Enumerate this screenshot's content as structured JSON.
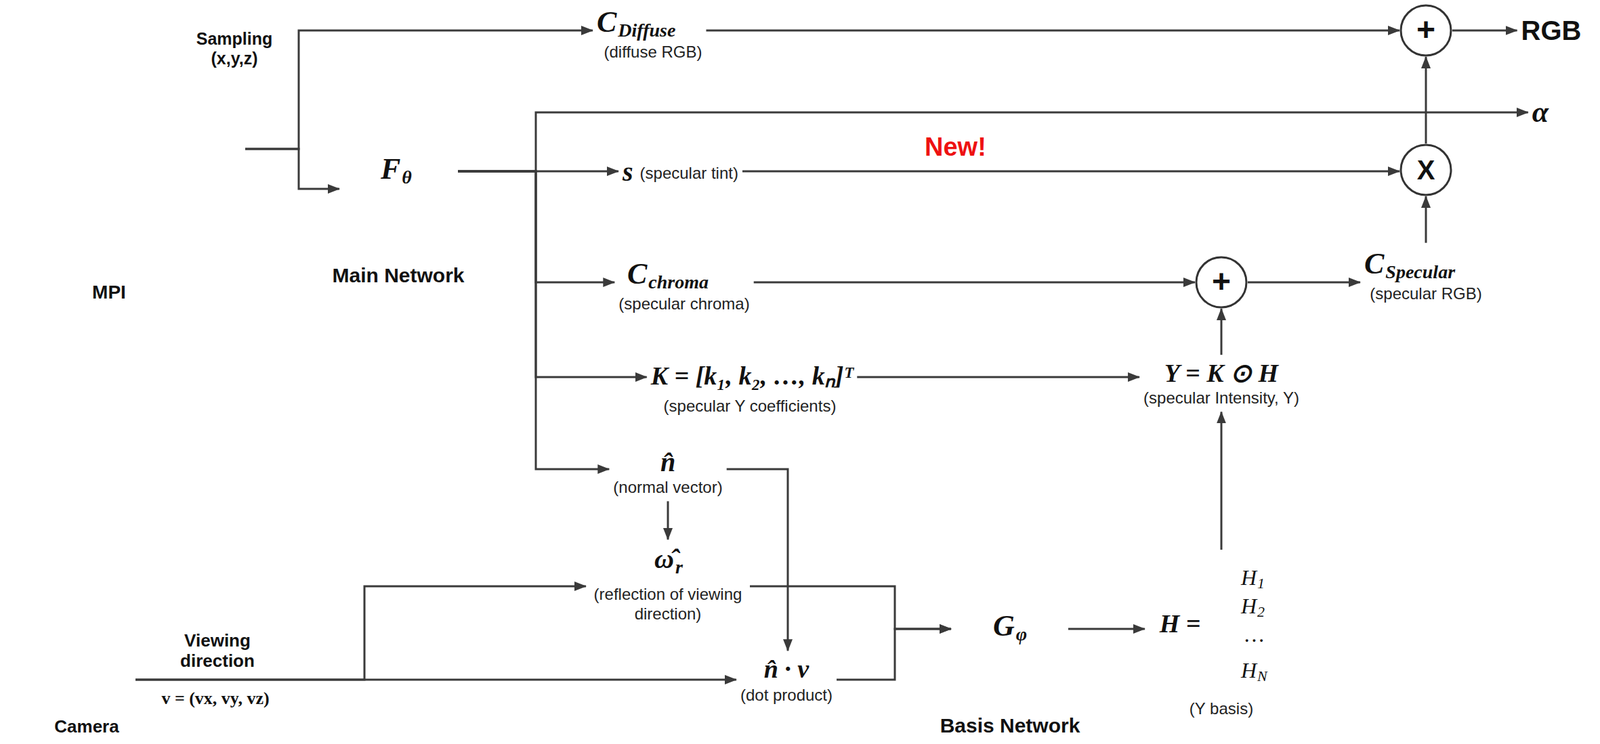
{
  "diagram": {
    "nodes": [
      {
        "text": [
          "MPI"
        ]
      },
      {
        "text": [
          "F",
          "θ",
          "Main Network"
        ]
      },
      {
        "text": [
          "C",
          "Diffuse",
          "(diffuse RGB)"
        ]
      },
      {
        "text": [
          "+"
        ]
      },
      {
        "text": [
          "RGB"
        ]
      },
      {
        "text": [
          "α"
        ]
      },
      {
        "text": [
          "New!"
        ]
      },
      {
        "text": [
          "s",
          "(specular tint)"
        ],
        "in": 6
      },
      {
        "text": [
          "C",
          "chroma",
          "(specular chroma)"
        ],
        "in": 6
      },
      {
        "text": [
          "K = [k₁, k₂, …, kₙ]ᵀ",
          "(specular Y coefficients)"
        ],
        "in": 6
      },
      {
        "text": [
          "n̂",
          "(normal vector)"
        ],
        "in": 6
      },
      {
        "text": [
          "ω̂",
          "r",
          "(reflection of viewing direction)"
        ],
        "in": 6
      },
      {
        "text": [
          "n̂ · v",
          "(dot product)"
        ],
        "in": 6
      },
      {
        "text": [
          "X"
        ]
      },
      {
        "text": [
          "+"
        ]
      },
      {
        "text": [
          "C",
          "Specular",
          "(specular RGB)"
        ]
      },
      {
        "text": [
          "Y = K ⊙ H",
          "(specular Intensity, Y)"
        ]
      },
      {
        "text": [
          "G",
          "φ",
          "Basis Network"
        ]
      },
      {
        "text": [
          "H =",
          "H",
          "1",
          "H",
          "2",
          "…",
          "H",
          "N",
          "(Y basis)"
        ]
      },
      {
        "text": [
          "Camera"
        ]
      }
    ],
    "edges": [
      {
        "from": 0,
        "to": 2,
        "arrow": "to"
      },
      {
        "from": 0,
        "to": 1,
        "arrow": "to"
      },
      {
        "from": 2,
        "to": 3,
        "arrow": "to"
      },
      {
        "from": 3,
        "to": 4,
        "arrow": "to"
      },
      {
        "from": 1,
        "to": 7,
        "arrow": "to"
      },
      {
        "from": 1,
        "to": 5,
        "arrow": "to"
      },
      {
        "from": 1,
        "to": 8,
        "arrow": "to"
      },
      {
        "from": 1,
        "to": 9,
        "arrow": "to"
      },
      {
        "from": 1,
        "to": 10,
        "arrow": "to"
      },
      {
        "from": 7,
        "to": 13,
        "arrow": "to"
      },
      {
        "from": 13,
        "to": 3,
        "arrow": "to"
      },
      {
        "from": 8,
        "to": 14,
        "arrow": "to"
      },
      {
        "from": 9,
        "to": 16,
        "arrow": "to"
      },
      {
        "from": 16,
        "to": 14,
        "arrow": "to"
      },
      {
        "from": 14,
        "to": 15,
        "arrow": "to"
      },
      {
        "from": 15,
        "to": 13,
        "arrow": "to"
      },
      {
        "from": 10,
        "to": 11,
        "arrow": "to"
      },
      {
        "from": 10,
        "to": 12,
        "arrow": "to"
      },
      {
        "from": 19,
        "to": 11,
        "arrow": "to"
      },
      {
        "from": 19,
        "to": 12,
        "label": "Viewing direction",
        "arrow": "to"
      },
      {
        "from": 11,
        "to": 17,
        "arrow": "to"
      },
      {
        "from": 12,
        "to": 17,
        "arrow": "to"
      },
      {
        "from": 17,
        "to": 18,
        "arrow": "to"
      },
      {
        "from": 18,
        "to": 16,
        "arrow": "to"
      }
    ],
    "labels": [
      "Sampling (x,y,z)",
      "v = (vx, vy, vz)"
    ]
  }
}
